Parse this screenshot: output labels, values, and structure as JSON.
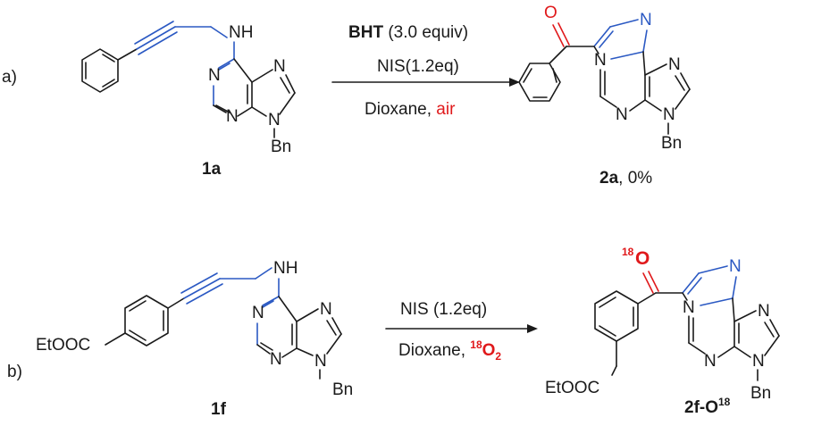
{
  "scheme": {
    "row_a": {
      "tag": "a)",
      "reagent_bold": "BHT",
      "reagent_rest": " (3.0 equiv)",
      "reagent_2": "NIS(1.2eq)",
      "solvent": "Dioxane, ",
      "atmosphere": "air",
      "start_label": "1a",
      "product_label": "2a",
      "product_yield": ", 0%"
    },
    "row_b": {
      "tag": "b)",
      "reagent_1": "NIS (1.2eq)",
      "solvent": "Dioxane, ",
      "iso_mass": "18",
      "iso_elem": "O",
      "iso_sub": "2",
      "start_label": "1f",
      "product_label_main": "2f-O",
      "product_label_sup": "18",
      "product_O_sup": "18",
      "product_O": "O",
      "ester_1": "EtOOC",
      "ester_2": "EtOOC"
    },
    "atoms": {
      "N": "N",
      "NH": "NH",
      "Bn": "Bn",
      "O": "O"
    },
    "colors": {
      "bond": "#1a1a1a",
      "highlight_blue": "#2b59c3",
      "highlight_red": "#e0191b"
    }
  }
}
